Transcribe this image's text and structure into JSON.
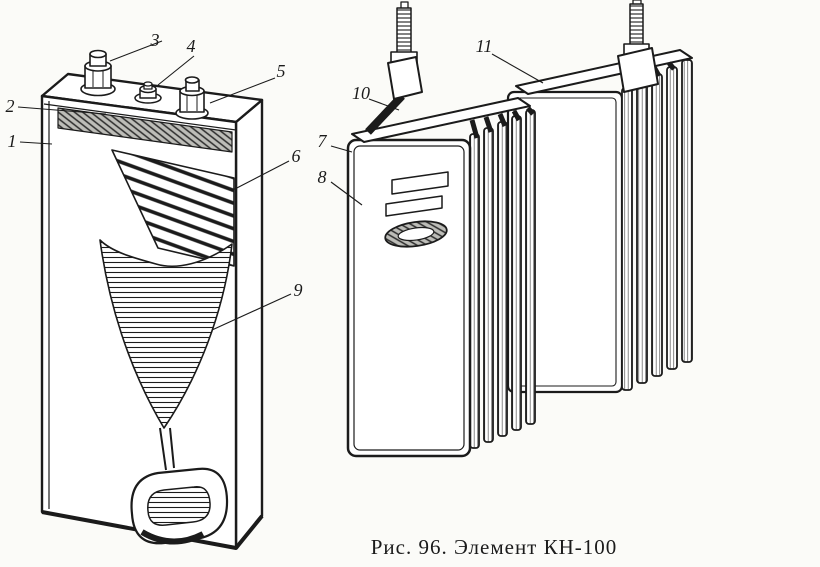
{
  "figure": {
    "caption": "Рис. 96. Элемент КН-100"
  },
  "callouts": [
    {
      "label": "1"
    },
    {
      "label": "2"
    },
    {
      "label": "3"
    },
    {
      "label": "4"
    },
    {
      "label": "5"
    },
    {
      "label": "6"
    },
    {
      "label": "7"
    },
    {
      "label": "8"
    },
    {
      "label": "9"
    },
    {
      "label": "10"
    },
    {
      "label": "11"
    }
  ],
  "colors": {
    "ink": "#1b1b1b",
    "paper": "#fbfbf8"
  }
}
